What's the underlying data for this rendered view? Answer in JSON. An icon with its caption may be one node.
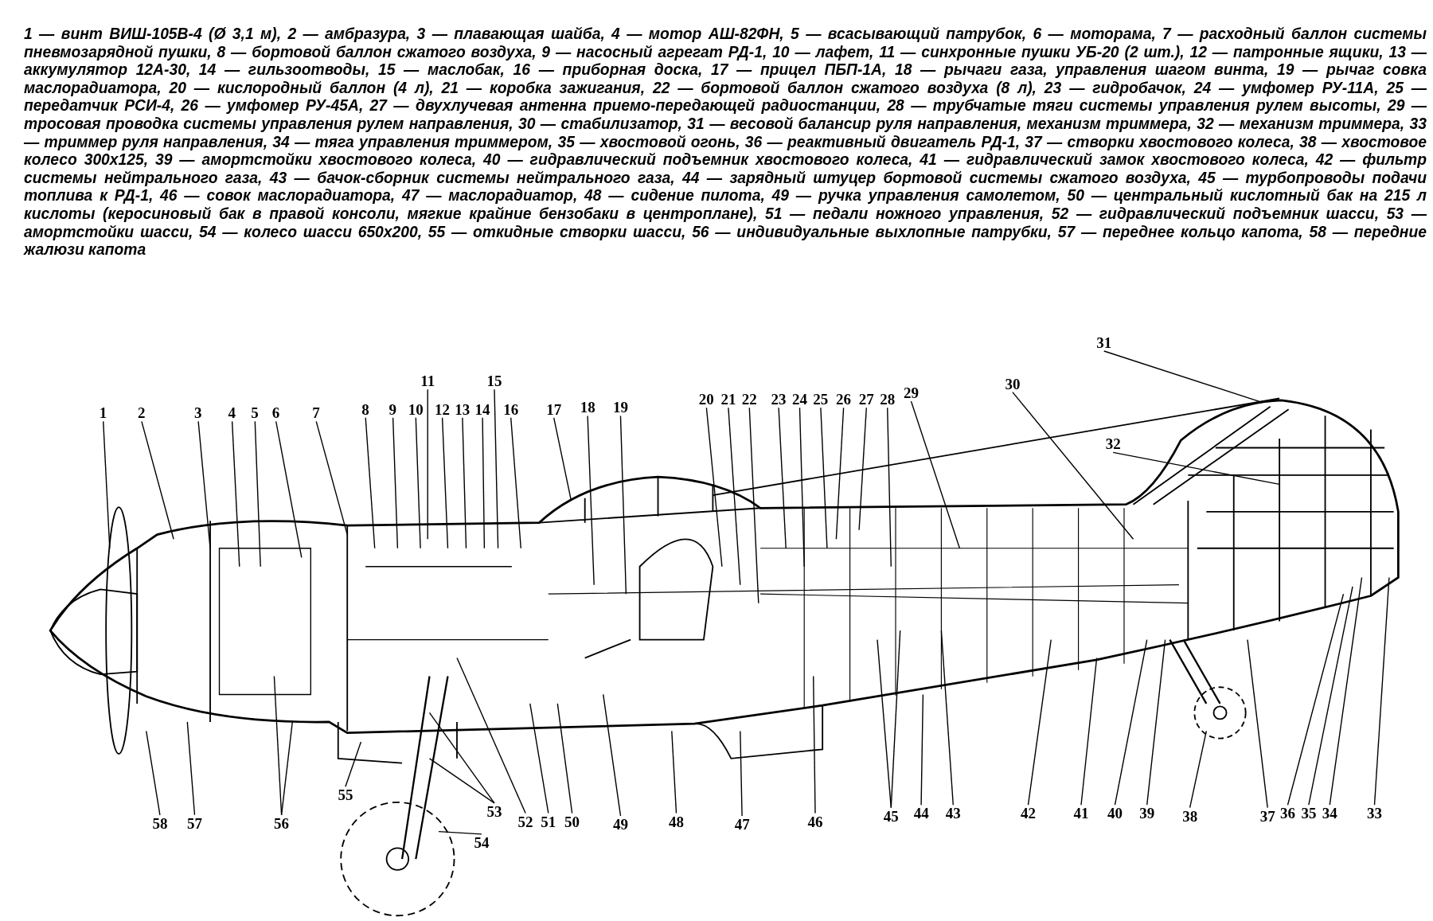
{
  "diagram": {
    "caption": "1 — винт ВИШ-105В-4 (Ø 3,1 м), 2 — амбразура, 3 — плавающая шайба, 4 — мотор АШ-82ФН, 5 — всасывающий патрубок, 6 — моторама, 7 — расходный баллон системы пневмозарядной пушки, 8 — бортовой баллон сжатого воздуха, 9 — насосный агрегат РД-1, 10 — лафет, 11 — синхронные пушки УБ-20 (2 шт.), 12 — патронные ящики, 13 — аккумулятор 12А-30, 14 — гильзоотводы, 15 — маслобак, 16 — приборная доска, 17 — прицел ПБП-1А, 18 — рычаги газа, управления шагом винта, 19 — рычаг совка маслорадиатора, 20 — кислородный баллон (4 л), 21 — коробка зажигания, 22 — бортовой баллон сжатого воздуха (8 л), 23 — гидробачок, 24 — умфомер РУ-11А, 25 — передатчик РСИ-4, 26 — умфомер РУ-45А, 27 — двухлучевая антенна приемо-передающей радиостанции, 28 — трубчатые тяги системы управления рулем высоты, 29 — тросовая проводка системы управления рулем направления, 30 — стабилизатор, 31 — весовой балансир руля направления, механизм триммера, 32 — механизм триммера, 33 — триммер руля направления, 34 — тяга управления триммером, 35 — хвостовой огонь, 36 — реактивный двигатель РД-1, 37 — створки хвостового колеса, 38 — хвостовое колесо 300x125, 39 — амортстойки хвостового колеса, 40 — гидравлический подъемник хвостового колеса, 41 — гидравлический замок хвостового колеса, 42 — фильтр системы нейтрального газа, 43 — бачок-сборник системы нейтрального газа, 44 — зарядный штуцер бортовой системы сжатого воздуха, 45 — турбопроводы подачи топлива к РД-1, 46 — совок маслорадиатора, 47 — маслорадиатор, 48 — сидение пилота, 49 — ручка управления самолетом, 50 — центральный кислотный бак на 215 л кислоты (керосиновый бак в правой консоли, мягкие крайние бензобаки в центроплане), 51 — педали ножного управления, 52 — гидравлический подъемник шасси, 53 — амортстойки шасси, 54 — колесо шасси 650x200, 55 — откидные створки шасси, 56 — индивидуальные выхлопные патрубки, 57 — переднее кольцо капота, 58 — передние жалюзи капота",
    "nodes": [
      {
        "text": [
          "1"
        ]
      },
      {
        "text": [
          "2"
        ]
      },
      {
        "text": [
          "3"
        ]
      },
      {
        "text": [
          "4"
        ]
      },
      {
        "text": [
          "5"
        ]
      },
      {
        "text": [
          "6"
        ]
      },
      {
        "text": [
          "7"
        ]
      },
      {
        "text": [
          "8"
        ]
      },
      {
        "text": [
          "9"
        ]
      },
      {
        "text": [
          "10"
        ]
      },
      {
        "text": [
          "11"
        ]
      },
      {
        "text": [
          "12"
        ]
      },
      {
        "text": [
          "13"
        ]
      },
      {
        "text": [
          "14"
        ]
      },
      {
        "text": [
          "15"
        ]
      },
      {
        "text": [
          "16"
        ]
      },
      {
        "text": [
          "17"
        ]
      },
      {
        "text": [
          "18"
        ]
      },
      {
        "text": [
          "19"
        ]
      },
      {
        "text": [
          "20"
        ]
      },
      {
        "text": [
          "21"
        ]
      },
      {
        "text": [
          "22"
        ]
      },
      {
        "text": [
          "23"
        ]
      },
      {
        "text": [
          "24"
        ]
      },
      {
        "text": [
          "25"
        ]
      },
      {
        "text": [
          "26"
        ]
      },
      {
        "text": [
          "27"
        ]
      },
      {
        "text": [
          "28"
        ]
      },
      {
        "text": [
          "29"
        ]
      },
      {
        "text": [
          "30"
        ]
      },
      {
        "text": [
          "31"
        ]
      },
      {
        "text": [
          "32"
        ]
      },
      {
        "text": [
          "33"
        ]
      },
      {
        "text": [
          "34"
        ]
      },
      {
        "text": [
          "35"
        ]
      },
      {
        "text": [
          "36"
        ]
      },
      {
        "text": [
          "37"
        ]
      },
      {
        "text": [
          "38"
        ]
      },
      {
        "text": [
          "39"
        ]
      },
      {
        "text": [
          "40"
        ]
      },
      {
        "text": [
          "41"
        ]
      },
      {
        "text": [
          "42"
        ]
      },
      {
        "text": [
          "43"
        ]
      },
      {
        "text": [
          "44"
        ]
      },
      {
        "text": [
          "45"
        ]
      },
      {
        "text": [
          "46"
        ]
      },
      {
        "text": [
          "47"
        ]
      },
      {
        "text": [
          "48"
        ]
      },
      {
        "text": [
          "49"
        ]
      },
      {
        "text": [
          "50"
        ]
      },
      {
        "text": [
          "51"
        ]
      },
      {
        "text": [
          "52"
        ]
      },
      {
        "text": [
          "53"
        ]
      },
      {
        "text": [
          "54"
        ]
      },
      {
        "text": [
          "55"
        ]
      },
      {
        "text": [
          "56"
        ]
      },
      {
        "text": [
          "57"
        ]
      },
      {
        "text": [
          "58"
        ]
      }
    ],
    "edges": [
      {
        "from": 0,
        "to": null,
        "arrow": "none"
      },
      {
        "from": 1,
        "to": null,
        "arrow": "none"
      },
      {
        "from": 2,
        "to": null,
        "arrow": "none"
      },
      {
        "from": 3,
        "to": null,
        "arrow": "none"
      },
      {
        "from": 4,
        "to": null,
        "arrow": "none"
      },
      {
        "from": 5,
        "to": null,
        "arrow": "none"
      },
      {
        "from": 6,
        "to": null,
        "arrow": "none"
      },
      {
        "from": 7,
        "to": null,
        "arrow": "none"
      },
      {
        "from": 8,
        "to": null,
        "arrow": "none"
      },
      {
        "from": 9,
        "to": null,
        "arrow": "none"
      },
      {
        "from": 10,
        "to": null,
        "arrow": "none"
      },
      {
        "from": 11,
        "to": null,
        "arrow": "none"
      },
      {
        "from": 12,
        "to": null,
        "arrow": "none"
      },
      {
        "from": 13,
        "to": null,
        "arrow": "none"
      },
      {
        "from": 14,
        "to": null,
        "arrow": "none"
      },
      {
        "from": 15,
        "to": null,
        "arrow": "none"
      },
      {
        "from": 16,
        "to": null,
        "arrow": "none"
      },
      {
        "from": 17,
        "to": null,
        "arrow": "none"
      },
      {
        "from": 18,
        "to": null,
        "arrow": "none"
      },
      {
        "from": 19,
        "to": null,
        "arrow": "none"
      },
      {
        "from": 20,
        "to": null,
        "arrow": "none"
      },
      {
        "from": 21,
        "to": null,
        "arrow": "none"
      },
      {
        "from": 22,
        "to": null,
        "arrow": "none"
      },
      {
        "from": 23,
        "to": null,
        "arrow": "none"
      },
      {
        "from": 24,
        "to": null,
        "arrow": "none"
      },
      {
        "from": 25,
        "to": null,
        "arrow": "none"
      },
      {
        "from": 26,
        "to": null,
        "arrow": "none"
      },
      {
        "from": 27,
        "to": null,
        "arrow": "none"
      },
      {
        "from": 28,
        "to": null,
        "arrow": "none"
      },
      {
        "from": 29,
        "to": null,
        "arrow": "none"
      },
      {
        "from": 30,
        "to": null,
        "arrow": "none"
      },
      {
        "from": 31,
        "to": null,
        "arrow": "none"
      },
      {
        "from": 32,
        "to": null,
        "arrow": "none"
      },
      {
        "from": 33,
        "to": null,
        "arrow": "none"
      },
      {
        "from": 34,
        "to": null,
        "arrow": "none"
      },
      {
        "from": 35,
        "to": null,
        "arrow": "none"
      },
      {
        "from": 36,
        "to": null,
        "arrow": "none"
      },
      {
        "from": 37,
        "to": null,
        "arrow": "none"
      },
      {
        "from": 38,
        "to": null,
        "arrow": "none"
      },
      {
        "from": 39,
        "to": null,
        "arrow": "none"
      },
      {
        "from": 40,
        "to": null,
        "arrow": "none"
      },
      {
        "from": 41,
        "to": null,
        "arrow": "none"
      },
      {
        "from": 42,
        "to": null,
        "arrow": "none"
      },
      {
        "from": 43,
        "to": null,
        "arrow": "none"
      },
      {
        "from": 44,
        "to": null,
        "arrow": "none"
      },
      {
        "from": 44,
        "to": null,
        "arrow": "none"
      },
      {
        "from": 45,
        "to": null,
        "arrow": "none"
      },
      {
        "from": 46,
        "to": null,
        "arrow": "none"
      },
      {
        "from": 47,
        "to": null,
        "arrow": "none"
      },
      {
        "from": 48,
        "to": null,
        "arrow": "none"
      },
      {
        "from": 49,
        "to": null,
        "arrow": "none"
      },
      {
        "from": 50,
        "to": null,
        "arrow": "none"
      },
      {
        "from": 51,
        "to": null,
        "arrow": "none"
      },
      {
        "from": 52,
        "to": null,
        "arrow": "none"
      },
      {
        "from": 52,
        "to": null,
        "arrow": "none"
      },
      {
        "from": 53,
        "to": null,
        "arrow": "none"
      },
      {
        "from": 54,
        "to": null,
        "arrow": "none"
      },
      {
        "from": 55,
        "to": null,
        "arrow": "none"
      },
      {
        "from": 55,
        "to": null,
        "arrow": "none"
      },
      {
        "from": 56,
        "to": null,
        "arrow": "none"
      },
      {
        "from": 57,
        "to": null,
        "arrow": "none"
      }
    ]
  }
}
